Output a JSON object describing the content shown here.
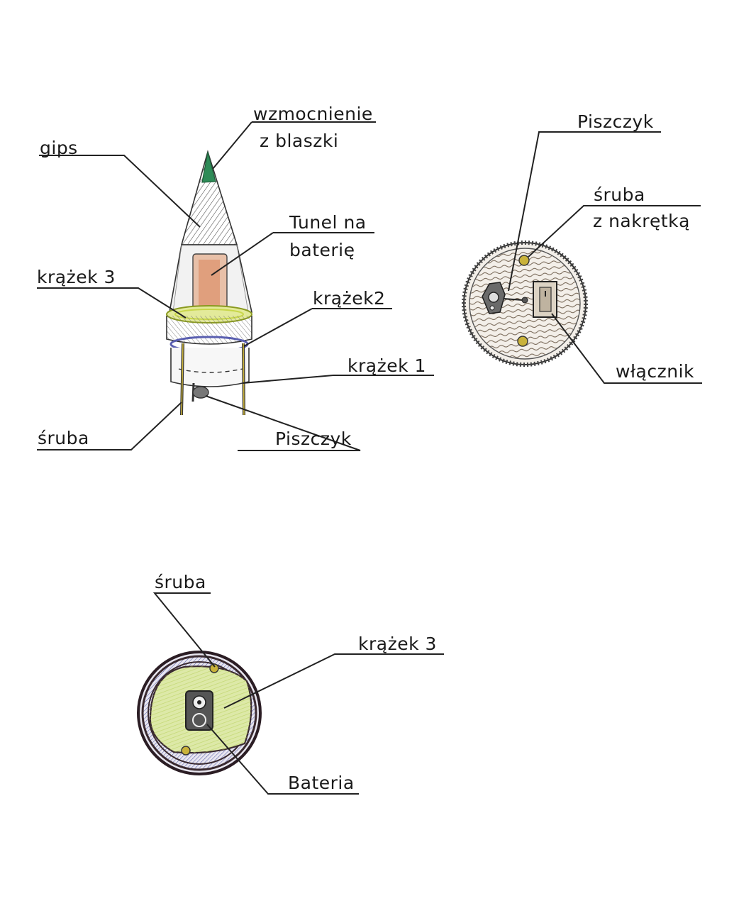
{
  "side_view": {
    "labels": {
      "wzmocnienie": "wzmocnienie",
      "z_blaszki": "z blaszki",
      "gips": "gips",
      "tunel_na": "Tunel na",
      "baterie": "baterię",
      "krazek3": "krążek 3",
      "krazek2": "krążek2",
      "krazek1": "krążek 1",
      "sruba": "śruba",
      "piszczyk": "Piszczyk"
    }
  },
  "bottom_view": {
    "labels": {
      "piszczyk": "Piszczyk",
      "sruba": "śruba",
      "z_nakretka": "z nakrętką",
      "wlacznik": "włącznik"
    }
  },
  "top_view": {
    "labels": {
      "sruba": "śruba",
      "krazek3": "krążek 3",
      "bateria": "Bateria"
    }
  },
  "colors": {
    "ink": "#2a2a2a",
    "cone_hatch": "#555555",
    "tip_green": "#2e8b57",
    "ring_yellow": "#c8d64a",
    "battery_orange": "#d9845a",
    "disc_blue": "#5a5fb0",
    "wood": "#6b5a48",
    "nut_yellow": "#c9b23a",
    "top_green": "#cfe08a"
  }
}
